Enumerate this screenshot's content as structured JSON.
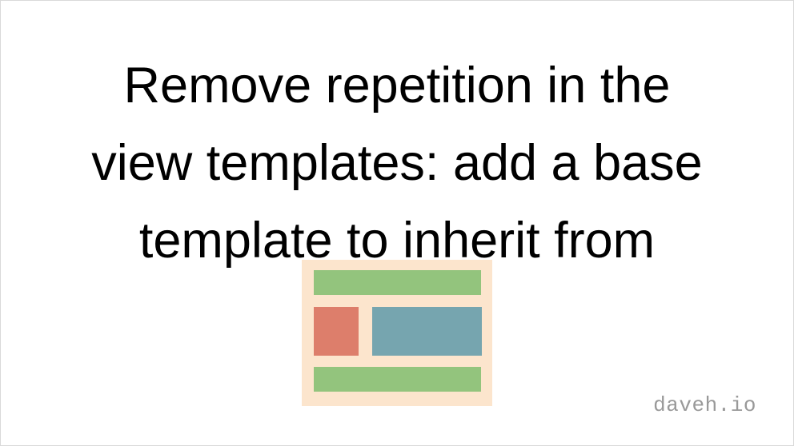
{
  "slide": {
    "title_lines": [
      "Remove repetition in the",
      "view templates: add a base",
      "template to inherit from"
    ],
    "brand": "daveh.io"
  },
  "diagram": {
    "icon": "page-layout-icon",
    "colors": {
      "background": "#fce5cd",
      "header": "#93c47d",
      "sidebar": "#dd7e6b",
      "content": "#76a5af",
      "footer": "#93c47d"
    }
  }
}
